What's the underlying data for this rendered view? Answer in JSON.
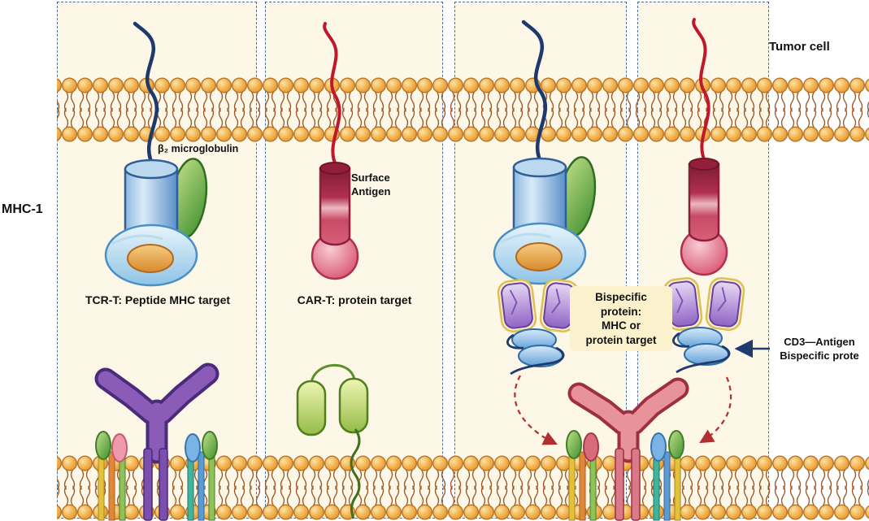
{
  "labels": {
    "tumor_cell": "Tumor cell",
    "mhc1": "MHC-1",
    "beta2": "β₂ microglobulin",
    "surface_antigen": "Surface\nAntigen",
    "panel1_caption": "TCR-T: Peptide MHC target",
    "panel2_caption": "CAR-T: protein target",
    "bispecific_box": "Bispecific\nprotein:\nMHC or\nprotein target",
    "cd3_bispecific": "CD3—Antigen\nBispecific prote"
  },
  "structures": [
    "lipid-bilayer-tumor-membrane",
    "lipid-bilayer-tcell-membrane",
    "mhc-class-1-complex",
    "surface-antigen-protein",
    "tcr-receptor-purple",
    "car-scfv-green",
    "bispecific-protein",
    "cd3-complex",
    "shared-tcr-receptor-pink"
  ],
  "colors": {
    "panel_background": "#fcf7e6",
    "panel_border": "#4a6fa5",
    "membrane_head": "#f2a93b",
    "membrane_tail": "#9c5a2a",
    "mhc_blue": "#5b8fc9",
    "beta2_green": "#3f8f2e",
    "peptide_orange": "#d9892b",
    "antigen_red": "#b23052",
    "bispecific_purple": "#9063c5",
    "cd3_binder_blue": "#5f9fd8",
    "tcr_purple": "#8a5cb8",
    "shared_tcr_pink": "#e8939b",
    "car_green": "#95bc48",
    "dashed_arrow_red": "#b03030",
    "arrow_navy": "#1f3a6e"
  }
}
